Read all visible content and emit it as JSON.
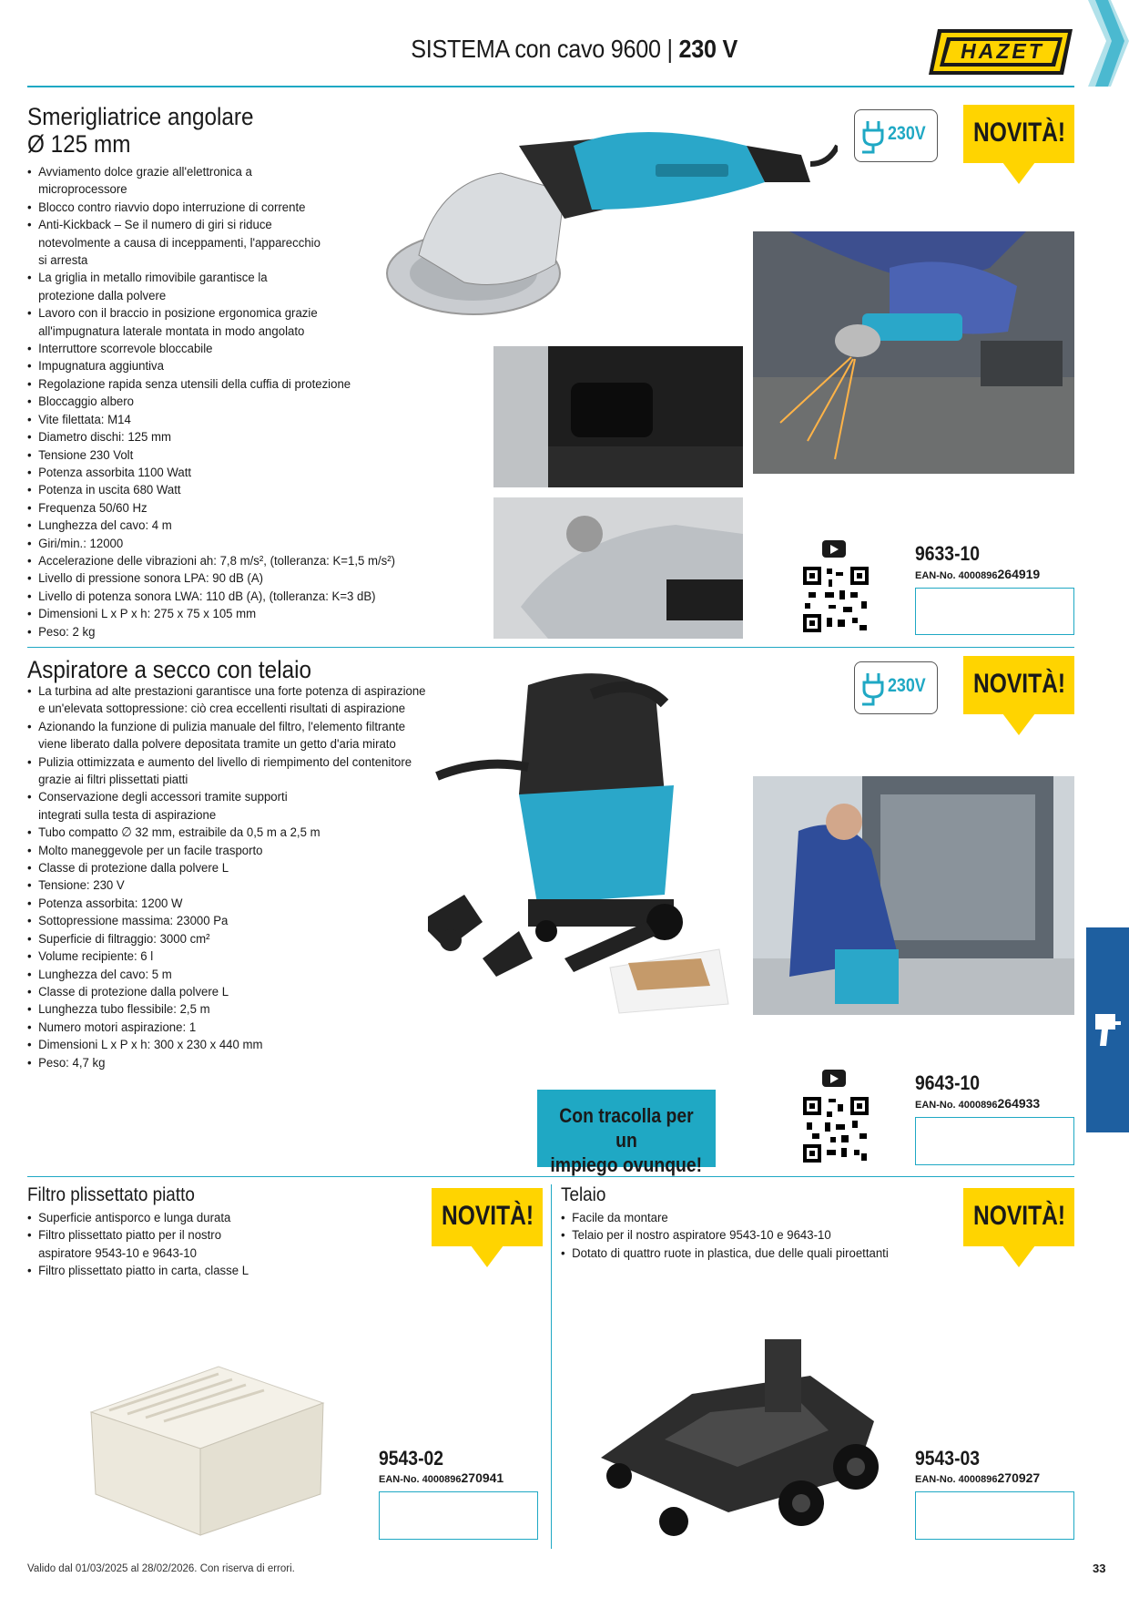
{
  "header": {
    "title_main": "SISTEMA con cavo 9600 | ",
    "title_bold": "230 V",
    "logo_text": "HAZET"
  },
  "colors": {
    "accent": "#1fa8c4",
    "novita": "#ffd400",
    "tab": "#1e5fa0"
  },
  "section1": {
    "title_line1": "Smerigliatrice angolare",
    "title_line2": "Ø 125 mm",
    "features": [
      "Avviamento dolce grazie all'elettronica a",
      "microprocessore",
      "Blocco contro riavvio dopo interruzione di corrente",
      "Anti-Kickback – Se il numero di giri si riduce",
      "notevolmente a causa di inceppamenti, l'apparecchio",
      "si arresta",
      "La griglia in metallo rimovibile garantisce la",
      "protezione dalla polvere",
      "Lavoro con il braccio in posizione ergonomica grazie",
      "all'impugnatura laterale montata in modo angolato",
      "Interruttore scorrevole bloccabile",
      "Impugnatura aggiuntiva",
      "Regolazione rapida senza utensili della cuffia di protezione",
      "Bloccaggio albero",
      "Vite filettata: M14",
      "Diametro dischi: 125 mm",
      "Tensione 230 Volt",
      "Potenza assorbita 1100 Watt",
      "Potenza in uscita 680 Watt",
      "Frequenza 50/60 Hz",
      "Lunghezza del cavo: 4 m",
      "Giri/min.: 12000",
      "Accelerazione delle vibrazioni ah: 7,8 m/s², (tolleranza: K=1,5 m/s²)",
      "Livello di pressione sonora LPA: 90 dB (A)",
      "Livello di potenza sonora LWA: 110 dB (A), (tolleranza: K=3 dB)",
      "Dimensioni L x P x h:  275 x 75 x 105 mm",
      "Peso: 2 kg"
    ],
    "voltage": "230V",
    "badge": "NOVITÀ!",
    "code": "9633-10",
    "ean_prefix": "EAN-No. 4000896",
    "ean_suffix": "264919"
  },
  "section2": {
    "title": "Aspiratore a secco con telaio",
    "features": [
      "La turbina ad alte prestazioni garantisce una forte potenza di aspirazione",
      "e un'elevata sottopressione: ciò crea eccellenti risultati di aspirazione",
      "Azionando la funzione di pulizia manuale del filtro, l'elemento filtrante",
      "viene liberato dalla polvere depositata tramite un getto d'aria mirato",
      "Pulizia ottimizzata e aumento del livello di riempimento del contenitore",
      "grazie ai filtri plissettati piatti",
      "Conservazione degli accessori tramite supporti",
      "integrati sulla testa di aspirazione",
      "Tubo compatto ∅ 32 mm, estraibile da 0,5 m a 2,5 m",
      "Molto maneggevole per un facile trasporto",
      "Classe di protezione dalla polvere L",
      "Tensione: 230 V",
      "Potenza assorbita: 1200 W",
      "Sottopressione massima: 23000 Pa",
      "Superficie di filtraggio: 3000 cm²",
      "Volume recipiente: 6 l",
      "Lunghezza del cavo: 5 m",
      "Classe di protezione dalla polvere L",
      "Lunghezza tubo flessibile: 2,5 m",
      "Numero motori aspirazione: 1",
      "Dimensioni L x P x h:  300 x 230 x 440 mm",
      "Peso: 4,7 kg"
    ],
    "voltage": "230V",
    "badge": "NOVITÀ!",
    "tag_line1": "Con tracolla per un",
    "tag_line2": "impiego ovunque!",
    "code": "9643-10",
    "ean_prefix": "EAN-No. 4000896",
    "ean_suffix": "264933"
  },
  "section3": {
    "title": "Filtro plissettato piatto",
    "features": [
      "Superficie antisporco e lunga durata",
      "Filtro plissettato piatto per il nostro",
      "aspiratore 9543-10 e 9643-10",
      "Filtro plissettato piatto in carta, classe L"
    ],
    "badge": "NOVITÀ!",
    "code": "9543-02",
    "ean_prefix": "EAN-No. 4000896",
    "ean_suffix": "270941"
  },
  "section4": {
    "title": "Telaio",
    "features": [
      "Facile da montare",
      "Telaio per il nostro aspiratore 9543-10 e 9643-10",
      "Dotato di quattro ruote in plastica, due delle quali piroettanti"
    ],
    "badge": "NOVITÀ!",
    "code": "9543-03",
    "ean_prefix": "EAN-No. 4000896",
    "ean_suffix": "270927"
  },
  "footer": {
    "validity": "Valido dal 01/03/2025 al 28/02/2026. Con riserva di errori.",
    "page_number": "33"
  }
}
